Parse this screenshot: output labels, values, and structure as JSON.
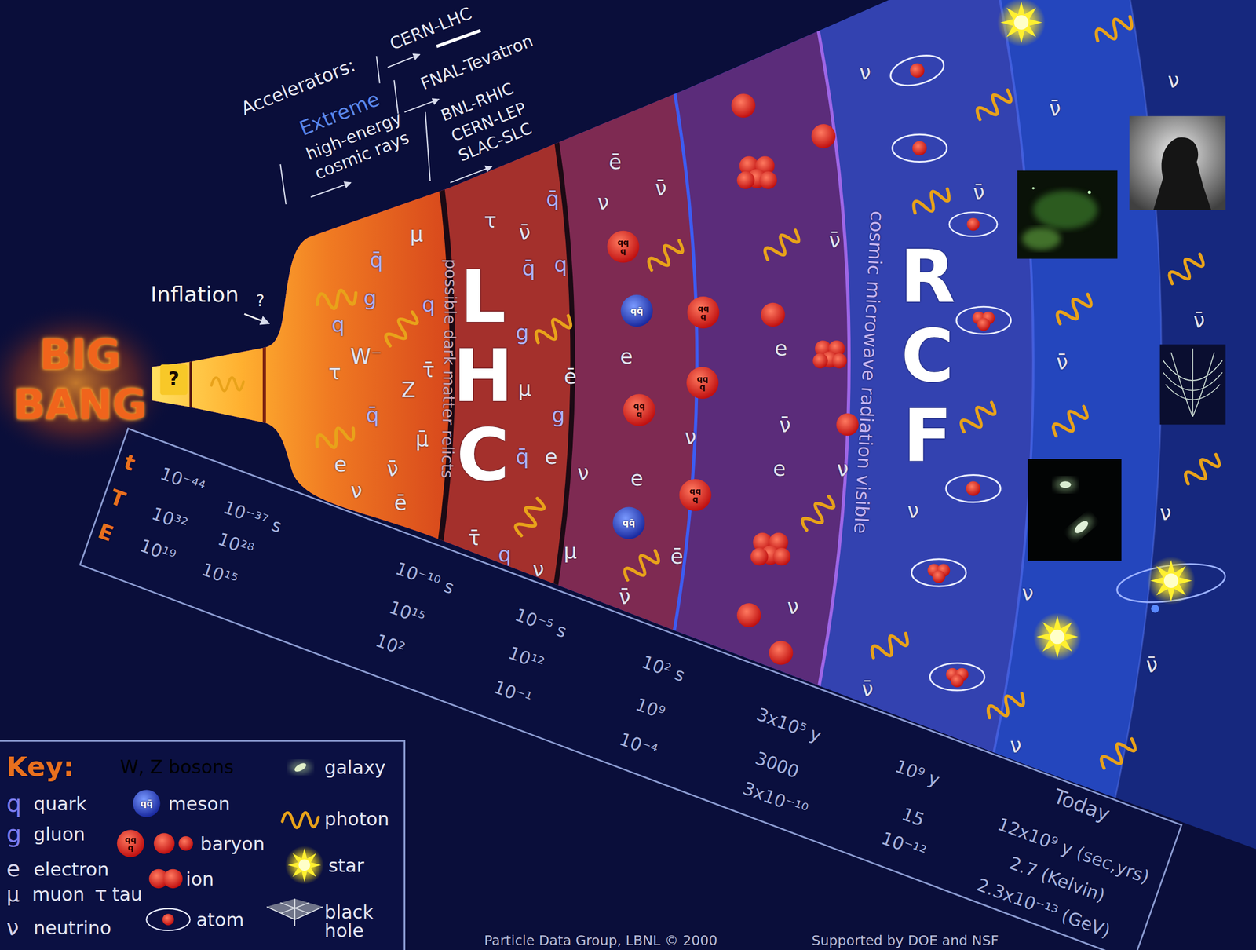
{
  "diagram": {
    "labels": [
      "Accelerators:",
      "CERN-LHC",
      "FNAL-Tevatron",
      "BNL-RHIC",
      "CERN-LEP",
      "SLAC-SLC",
      "Extreme",
      "high-energy",
      "cosmic rays",
      "Inflation",
      "?",
      "BIG",
      "BANG",
      "?",
      "LHC",
      "RCF",
      "possible dark matter relicts",
      "cosmic microwave radiation visible",
      "t",
      "T",
      "E",
      "10⁻⁴⁴",
      "10³²",
      "10¹⁹",
      "10⁻³⁷ s",
      "10²⁸",
      "10¹⁵",
      "10⁻¹⁰ s",
      "10¹⁵",
      "10²",
      "10⁻⁵ s",
      "10¹²",
      "10⁻¹",
      "10² s",
      "10⁹",
      "10⁻⁴",
      "3x10⁵ y",
      "3000",
      "3x10⁻¹⁰",
      "10⁹ y",
      "15",
      "10⁻¹²",
      "Today",
      "12x10⁹ y (sec,yrs)",
      "2.7 (Kelvin)",
      "2.3x10⁻¹³ (GeV)",
      "Particle Data Group, LBNL © 2000",
      "Supported by DOE and NSF",
      "Key:",
      "q",
      "g",
      "e",
      "μ",
      "τ",
      "ν",
      "qq̄",
      "qq q",
      "q̄",
      "μ",
      "g",
      "q",
      "q",
      "W⁻",
      "τ",
      "τ̄",
      "Z",
      "q̄",
      "μ̄",
      "e",
      "ν̄",
      "ν",
      "ē",
      "q̄",
      "τ",
      "ν̄",
      "q̄",
      "q",
      "g",
      "ē",
      "μ",
      "g",
      "q̄",
      "e",
      "ν",
      "τ̄",
      "q",
      "ν",
      "μ",
      "ē",
      "ν̄",
      "ν",
      "e",
      "ν",
      "e",
      "ē",
      "ν̄",
      "qq q",
      "qq̄",
      "qq q",
      "qq q",
      "qq q",
      "qq q",
      "qq̄",
      "ν̄",
      "e",
      "ν̄",
      "e",
      "ν",
      "ν",
      "ν",
      "ν̄",
      "ν̄",
      "ν",
      "ν̄",
      "ν",
      "ν",
      "ν",
      "ν̄",
      "ν̄",
      "ν",
      "ν̄"
    ],
    "legend": [
      {
        "text": "W, Z bosons"
      },
      {
        "text": "quark"
      },
      {
        "text": "gluon"
      },
      {
        "text": "electron"
      },
      {
        "text": "muon"
      },
      {
        "text": "tau"
      },
      {
        "text": "neutrino"
      },
      {
        "text": "meson"
      },
      {
        "text": "baryon"
      },
      {
        "text": "ion"
      },
      {
        "text": "atom"
      },
      {
        "text": "galaxy"
      },
      {
        "text": "photon"
      },
      {
        "text": "star"
      },
      {
        "text": "black hole"
      }
    ]
  }
}
